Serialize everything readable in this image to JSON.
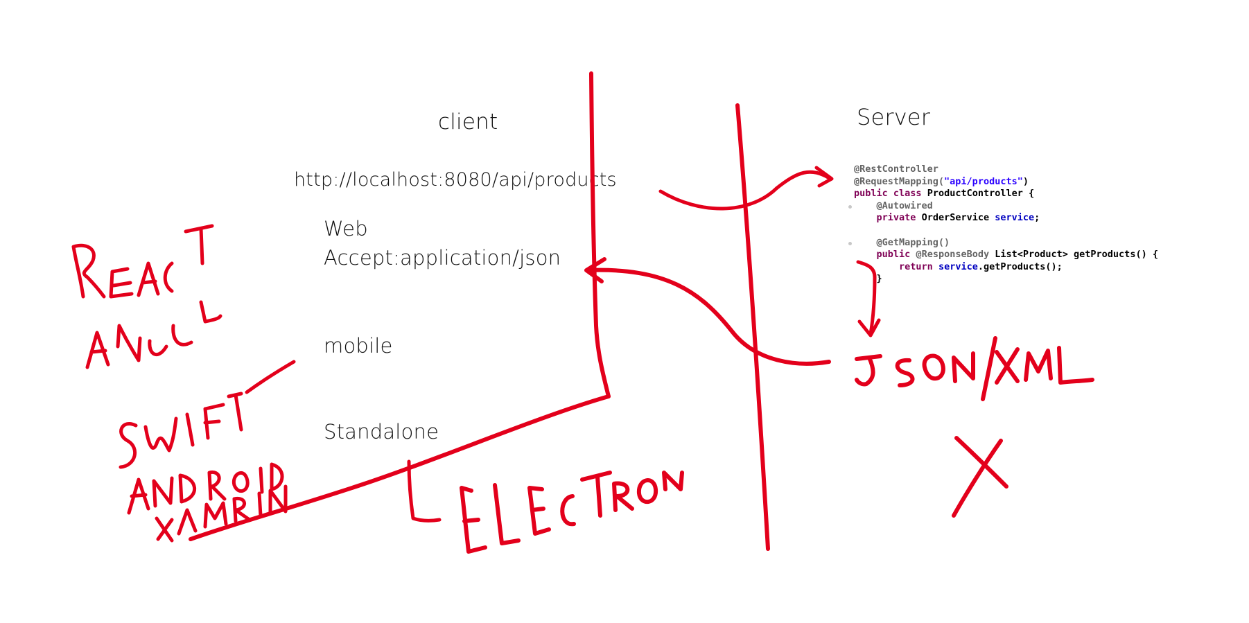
{
  "labels": {
    "client": "client",
    "server": "Server",
    "url": "http://localhost:8080/api/products",
    "web": "Web",
    "accept": "Accept:application/json",
    "mobile": "mobile",
    "standalone": "Standalone"
  },
  "code": {
    "lines": [
      "@RestController",
      "@RequestMapping(\"api/products\")",
      "public class ProductController {",
      "    @Autowired",
      "    private OrderService service;",
      "",
      "    @GetMapping()",
      "    public @ResponseBody List<Product> getProducts() {",
      "        return service.getProducts();",
      "    }"
    ]
  },
  "handwriting": {
    "react_angular": "REACT ANGUL",
    "swift_android_xamarin": "SWIFT ANDROID XAMRIN",
    "electron": "ELECTRON",
    "json_xml": "JSON/XML",
    "cross": "X"
  },
  "colors": {
    "ink": "#e3001b",
    "text": "#111111",
    "annotation": "#646464",
    "keyword": "#7f0055",
    "string": "#2a00ff",
    "field": "#0000c0"
  }
}
